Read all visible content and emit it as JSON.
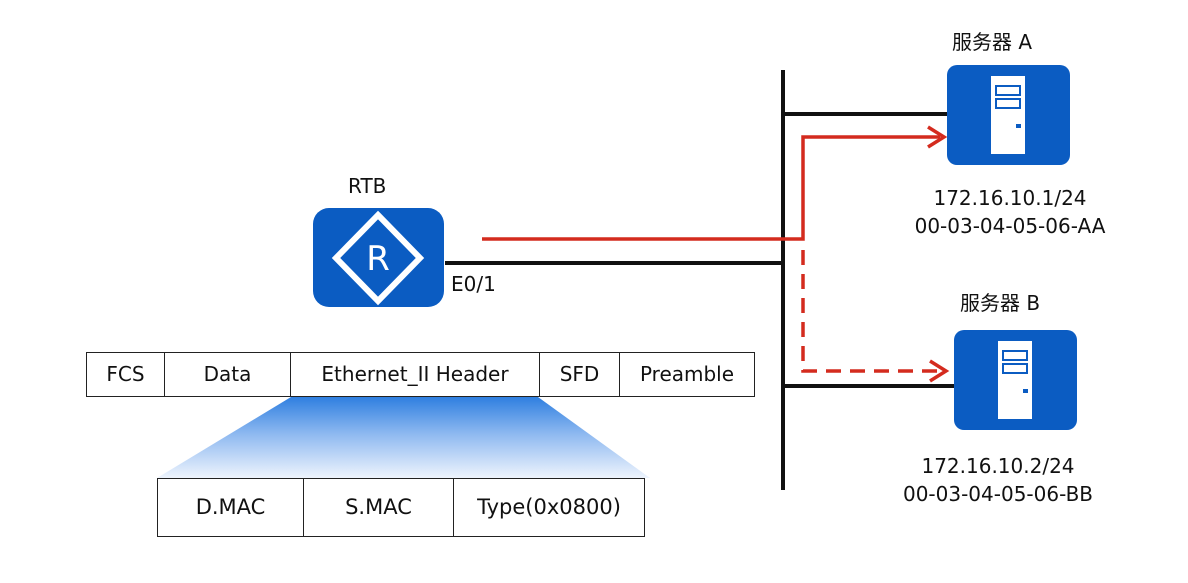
{
  "router": {
    "name": "RTB",
    "interface": "E0/1",
    "icon": "router-icon"
  },
  "servers": [
    {
      "name": "服务器 A",
      "ip": "172.16.10.1/24",
      "mac": "00-03-04-05-06-AA",
      "icon": "server-icon"
    },
    {
      "name": "服务器 B",
      "ip": "172.16.10.2/24",
      "mac": "00-03-04-05-06-BB",
      "icon": "server-icon"
    }
  ],
  "frame_fields": [
    "FCS",
    "Data",
    "Ethernet_II Header",
    "SFD",
    "Preamble"
  ],
  "header_fields": [
    "D.MAC",
    "S.MAC",
    "Type(0x0800)"
  ],
  "colors": {
    "device_blue": "#0b5cc2",
    "arrow_red": "#d42b1e",
    "link_black": "#111111",
    "expand_gradient_top": "#2f7fe0",
    "expand_gradient_bottom": "#e8f0fd"
  }
}
